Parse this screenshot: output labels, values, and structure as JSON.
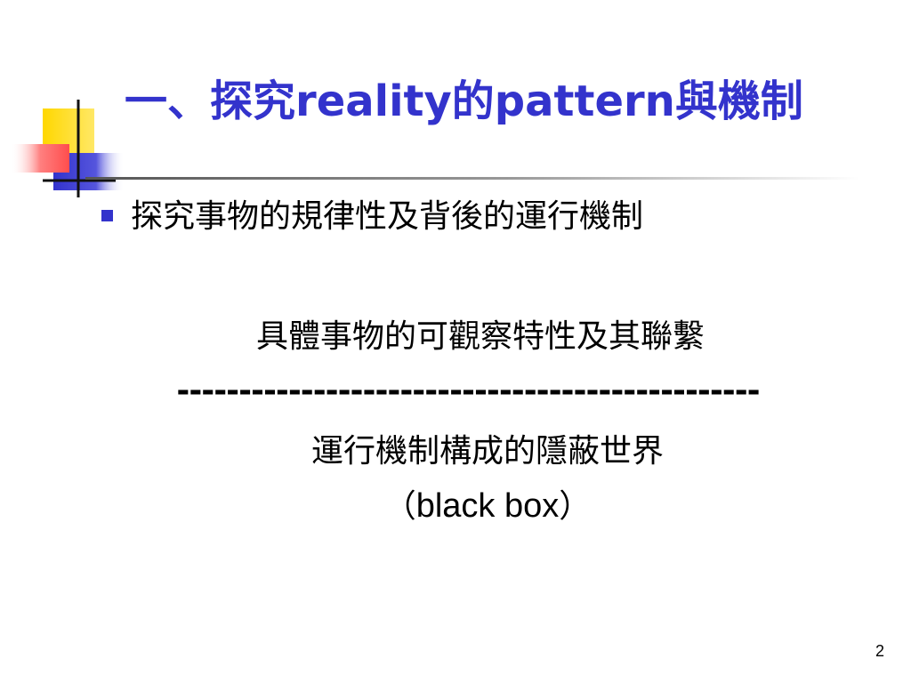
{
  "slide": {
    "title": {
      "part1": "一、探究",
      "part2": "reality",
      "part3": "的",
      "part4": "pattern",
      "part5": "與機制"
    },
    "bullet": "探究事物的規律性及背後的運行機制",
    "lines": {
      "observable": "具體事物的可觀察特性及其聯繫",
      "separator": "-----------------------------------------------",
      "hidden": "運行機制構成的隱蔽世界",
      "blackbox_open": "（",
      "blackbox_text": "black box",
      "blackbox_close": "）"
    },
    "page_number": "2"
  },
  "colors": {
    "title": "#3333cc",
    "bullet": "#3333cc",
    "deco_yellow": "#ffd700",
    "deco_blue": "#3333cc",
    "deco_red": "#ff4d4d"
  }
}
